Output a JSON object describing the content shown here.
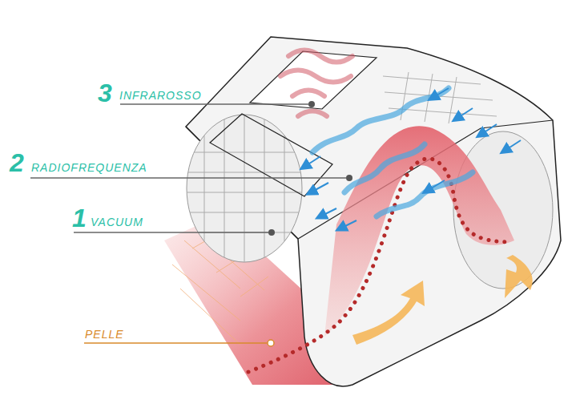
{
  "diagram": {
    "labels": [
      "3",
      "INFRAROSSO",
      "2",
      "RADIOFREQUENZA",
      "1",
      "VACUUM",
      "PELLE"
    ]
  }
}
